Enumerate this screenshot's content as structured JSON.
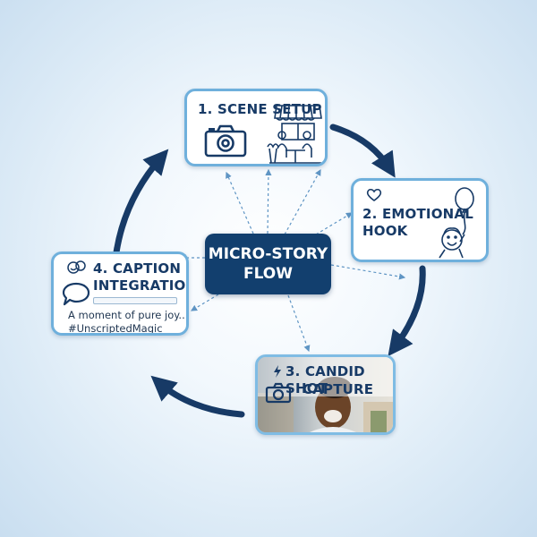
{
  "center": {
    "line1": "MICRO-STORY",
    "line2": "FLOW"
  },
  "steps": [
    {
      "title": "1. SCENE SETUP"
    },
    {
      "title_line1": "2. EMOTIONAL",
      "title_line2": "HOOK"
    },
    {
      "title_line1": "3. CANDID SHOT",
      "title_line2": "CAPTURE"
    },
    {
      "title_line1": "4. CAPTION",
      "title_line2": "INTEGRATION",
      "caption_line1": "A moment of pure joy...",
      "caption_line2": "#UnscriptedMagic"
    }
  ],
  "colors": {
    "navy": "#173a66",
    "center_fill": "#123f6e",
    "card_border": "#6fb0dc",
    "arrow": "#173a66",
    "connector": "#5f95c4"
  }
}
